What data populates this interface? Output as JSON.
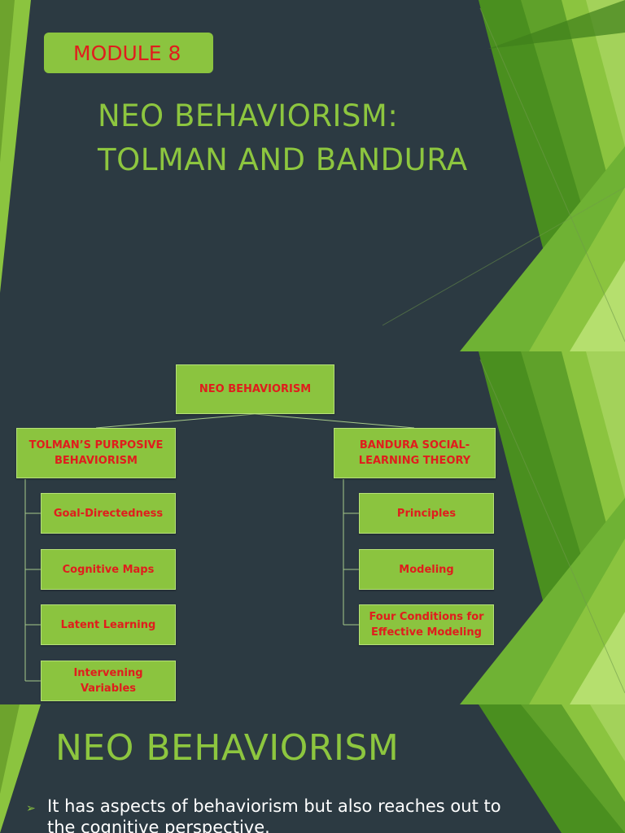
{
  "slide1": {
    "badge": "MODULE 8",
    "title_line1": "NEO BEHAVIORISM:",
    "title_line2": "TOLMAN AND BANDURA"
  },
  "slide2": {
    "root": "NEO BEHAVIORISM",
    "left": {
      "label": "TOLMAN’S PURPOSIVE\nBEHAVIORISM",
      "children": [
        "Goal-Directedness",
        "Cognitive Maps",
        "Latent Learning",
        "Intervening\nVariables"
      ]
    },
    "right": {
      "label": "BANDURA SOCIAL-\nLEARNING THEORY",
      "children": [
        "Principles",
        "Modeling",
        "Four Conditions for\nEffective Modeling"
      ]
    }
  },
  "slide3": {
    "title": "NEO BEHAVIORISM",
    "bullet_marker": "➢",
    "bullet_text": "It has aspects of behaviorism but also reaches out to the cognitive perspective."
  },
  "colors": {
    "background": "#2c3a42",
    "accent_green": "#8bc43f",
    "label_red": "#e01d1d",
    "title_green": "#8dc63f"
  }
}
